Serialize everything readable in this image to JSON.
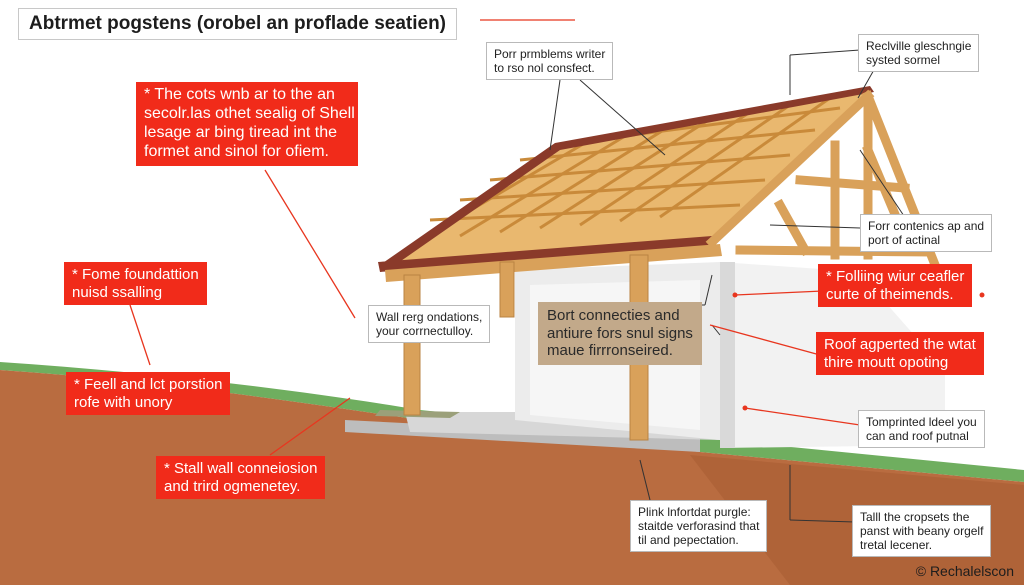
{
  "title": "Abtrmet pogstens (orobel an proflade seatien)",
  "copyright": "© Rechalelscon",
  "colors": {
    "callout_red": "#f12b1a",
    "timber": "#d9a15a",
    "soil": "#b96c40",
    "grass": "#6fae5f",
    "wall": "#f2f2f2",
    "roof_edge": "#8a3a2a"
  },
  "callouts": {
    "top_center": [
      "Porr prmblems writer",
      "to rso nol consfect."
    ],
    "top_right": [
      "Reclville gleschngie",
      "systed sormel"
    ],
    "red_top_left": [
      "* The cots wnb ar to the an",
      "secolr.las othet sealig of Shell",
      "lesage ar bing tiread int the",
      "formet and sinol for ofiem."
    ],
    "red_foundation": [
      "* Fome foundattion",
      "nuisd ssalling"
    ],
    "red_feell": [
      "* Feell and lct porstion",
      "rofe with unory"
    ],
    "red_stall": [
      "* Stall wall conneiosion",
      "and trird ogmenetey."
    ],
    "wall_note": [
      "Wall rerg ondations,",
      "your corrnectulloy."
    ],
    "center_tan": [
      "Bort connecties and",
      "antiure fors snul signs",
      "maue firrronseired."
    ],
    "right_contenics": [
      "Forr contenics ap and",
      "port of actinal"
    ],
    "red_folling": [
      "* Folliing wiur ceafler",
      "curte of theimends."
    ],
    "red_roof": [
      "Roof agperted the wtat",
      "thire moutt opoting"
    ],
    "right_tompinted": [
      "Tomprinted ldeel you",
      "can and roof putnal"
    ],
    "bottom_center": [
      "Plink lnfortdat purgle:",
      "staitde verforasind that",
      "til and pepectation."
    ],
    "bottom_right": [
      "Talll the cropsets the",
      "panst with beany orgelf",
      "tretal lecener."
    ]
  }
}
